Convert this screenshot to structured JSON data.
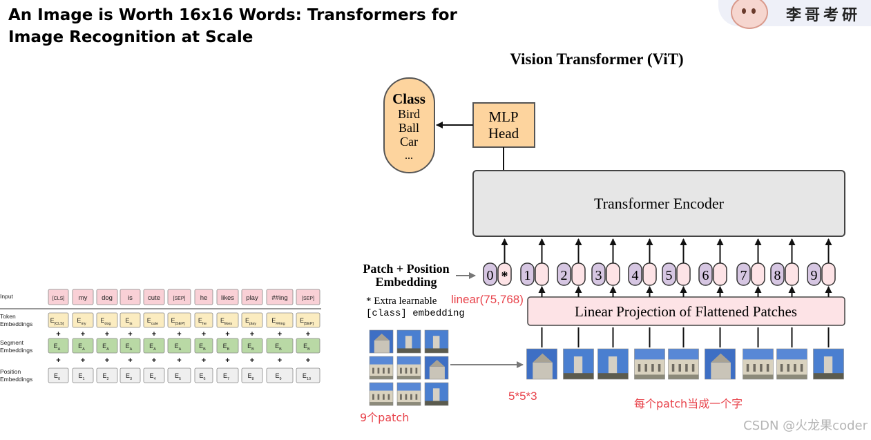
{
  "page_title": "An Image is Worth 16x16 Words: Transformers for Image Recognition at Scale",
  "title_lines": [
    "An Image is Worth 16x16 Words: Transformers for",
    "Image Recognition at Scale"
  ],
  "logo_text": "李哥考研",
  "vit": {
    "title": "Vision Transformer (ViT)",
    "class_box": {
      "header": "Class",
      "items": [
        "Bird",
        "Ball",
        "Car",
        "..."
      ]
    },
    "mlp_head": [
      "MLP",
      "Head"
    ],
    "encoder": "Transformer Encoder",
    "patch_pos_label": [
      "Patch + Position",
      "Embedding"
    ],
    "extra_note": [
      "* Extra learnable",
      "[class] embedding"
    ],
    "linear_projection": "Linear Projection of Flattened Patches",
    "position_numbers": [
      "0",
      "1",
      "2",
      "3",
      "4",
      "5",
      "6",
      "7",
      "8",
      "9"
    ],
    "cls_marker": "*"
  },
  "annotations": {
    "linear": "linear(75,768)",
    "patch_size": "5*5*3",
    "nine_patch": "9个patch",
    "each_patch": "每个patch当成一个字"
  },
  "bert": {
    "row_labels": [
      [
        "Input"
      ],
      [
        "Token",
        "Embeddings"
      ],
      [
        "Segment",
        "Embeddings"
      ],
      [
        "Position",
        "Embeddings"
      ]
    ],
    "inputs": [
      "[CLS]",
      "my",
      "dog",
      "is",
      "cute",
      "[SEP]",
      "he",
      "likes",
      "play",
      "##ing",
      "[SEP]"
    ],
    "token_embeddings": [
      [
        "E",
        "[CLS]"
      ],
      [
        "E",
        "my"
      ],
      [
        "E",
        "dog"
      ],
      [
        "E",
        "is"
      ],
      [
        "E",
        "cute"
      ],
      [
        "E",
        "[SEP]"
      ],
      [
        "E",
        "he"
      ],
      [
        "E",
        "likes"
      ],
      [
        "E",
        "play"
      ],
      [
        "E",
        "##ing"
      ],
      [
        "E",
        "[SEP]"
      ]
    ],
    "segment_embeddings": [
      [
        "E",
        "A"
      ],
      [
        "E",
        "A"
      ],
      [
        "E",
        "A"
      ],
      [
        "E",
        "A"
      ],
      [
        "E",
        "A"
      ],
      [
        "E",
        "A"
      ],
      [
        "E",
        "B"
      ],
      [
        "E",
        "B"
      ],
      [
        "E",
        "B"
      ],
      [
        "E",
        "B"
      ],
      [
        "E",
        "B"
      ]
    ],
    "position_embeddings": [
      [
        "E",
        "0"
      ],
      [
        "E",
        "1"
      ],
      [
        "E",
        "2"
      ],
      [
        "E",
        "3"
      ],
      [
        "E",
        "4"
      ],
      [
        "E",
        "5"
      ],
      [
        "E",
        "6"
      ],
      [
        "E",
        "7"
      ],
      [
        "E",
        "8"
      ],
      [
        "E",
        "9"
      ],
      [
        "E",
        "10"
      ]
    ],
    "plus": "+"
  },
  "watermark": "CSDN @火龙果coder",
  "colors": {
    "class_box": "#fdd49e",
    "class_border": "#555555",
    "mlp_box": "#fdd49e",
    "encoder": "#e6e6e6",
    "linear_proj": "#fde3e6",
    "pos_purple": "#d6c6e2",
    "patch_pink": "#fde3e6",
    "bert_input": "#f9d0d6",
    "bert_token": "#fbecc0",
    "bert_segment": "#b9d9a5",
    "bert_position": "#efefef",
    "annotation_red": "#e8434b"
  }
}
